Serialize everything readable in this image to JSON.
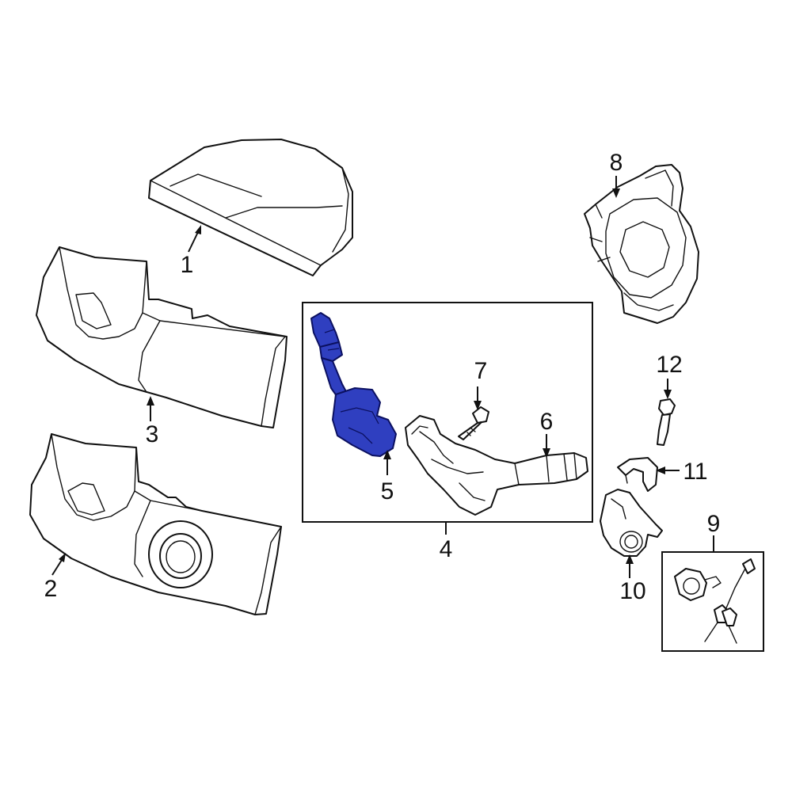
{
  "colors": {
    "background": "#ffffff",
    "line": "#111111",
    "highlight": "#2f3fc0"
  },
  "callouts": {
    "c1": "1",
    "c2": "2",
    "c3": "3",
    "c4": "4",
    "c5": "5",
    "c6": "6",
    "c7": "7",
    "c8": "8",
    "c9": "9",
    "c10": "10",
    "c11": "11",
    "c12": "12"
  },
  "highlighted_part": "5"
}
